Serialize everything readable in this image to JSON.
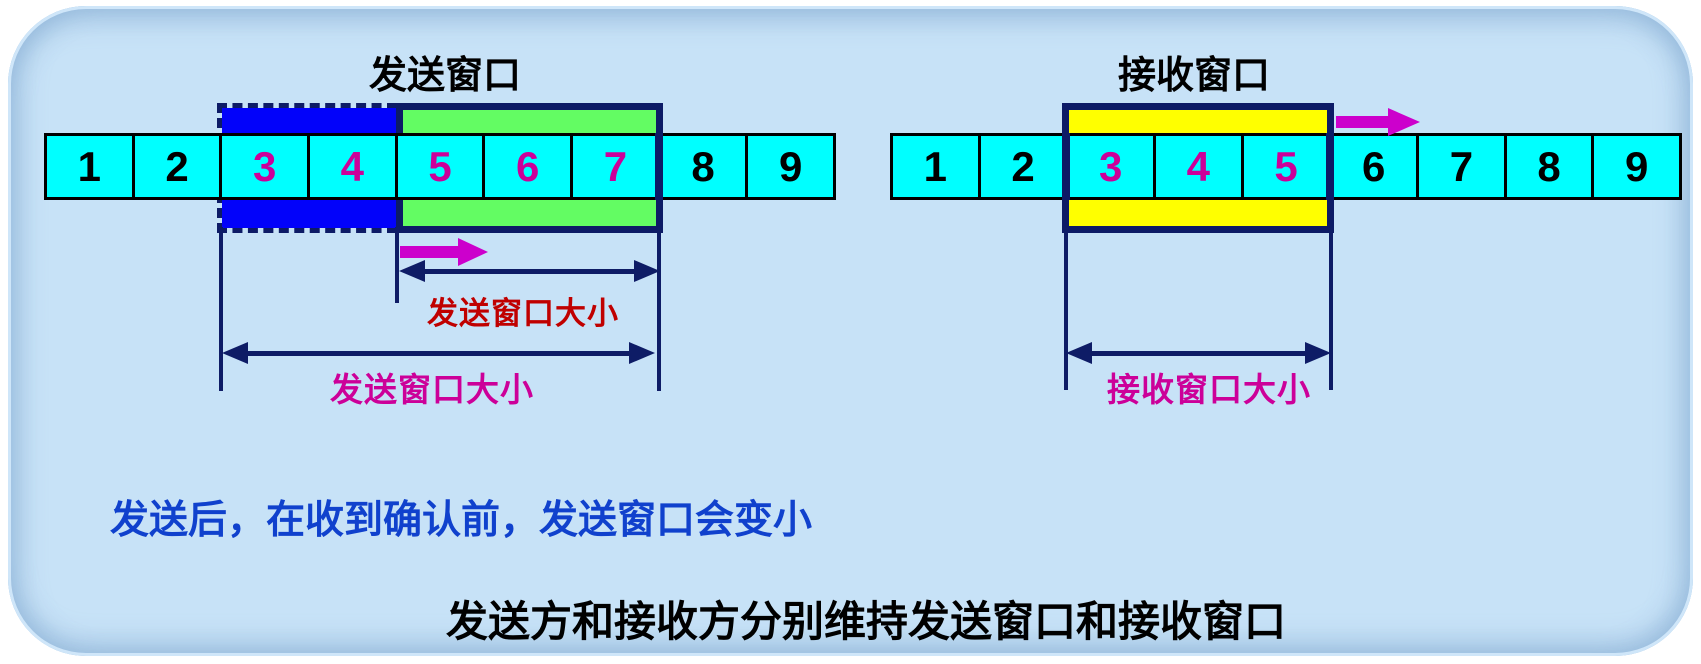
{
  "colors": {
    "background_bubble": "#c7e2f7",
    "cell_fill": "#00ffff",
    "cell_border": "#000000",
    "sent_band": "#0202fa",
    "usable_band": "#63fc63",
    "receive_band": "#ffff00",
    "window_border": "#0d1b66",
    "dimension_arrow": "#0e1c66",
    "motion_arrow": "#cc00cc",
    "highlight_number": "#cc0099",
    "label_red": "#c00000",
    "label_magenta": "#cc0099",
    "note_blue": "#1041cd"
  },
  "left_diagram": {
    "title": "发送窗口",
    "cells": [
      "1",
      "2",
      "3",
      "4",
      "5",
      "6",
      "7",
      "8",
      "9"
    ],
    "highlighted_cells": [
      3,
      4,
      5,
      6,
      7
    ],
    "sent_region_cells": [
      3,
      4
    ],
    "usable_region_cells": [
      5,
      6,
      7
    ],
    "inner_arrow_label": "发送窗口大小",
    "outer_arrow_label": "发送窗口大小"
  },
  "right_diagram": {
    "title": "接收窗口",
    "cells": [
      "1",
      "2",
      "3",
      "4",
      "5",
      "6",
      "7",
      "8",
      "9"
    ],
    "highlighted_cells": [
      3,
      4,
      5
    ],
    "window_cells": [
      3,
      4,
      5
    ],
    "arrow_label": "接收窗口大小"
  },
  "captions": {
    "note": "发送后，在收到确认前，发送窗口会变小",
    "bottom_title": "发送方和接收方分别维持发送窗口和接收窗口"
  }
}
